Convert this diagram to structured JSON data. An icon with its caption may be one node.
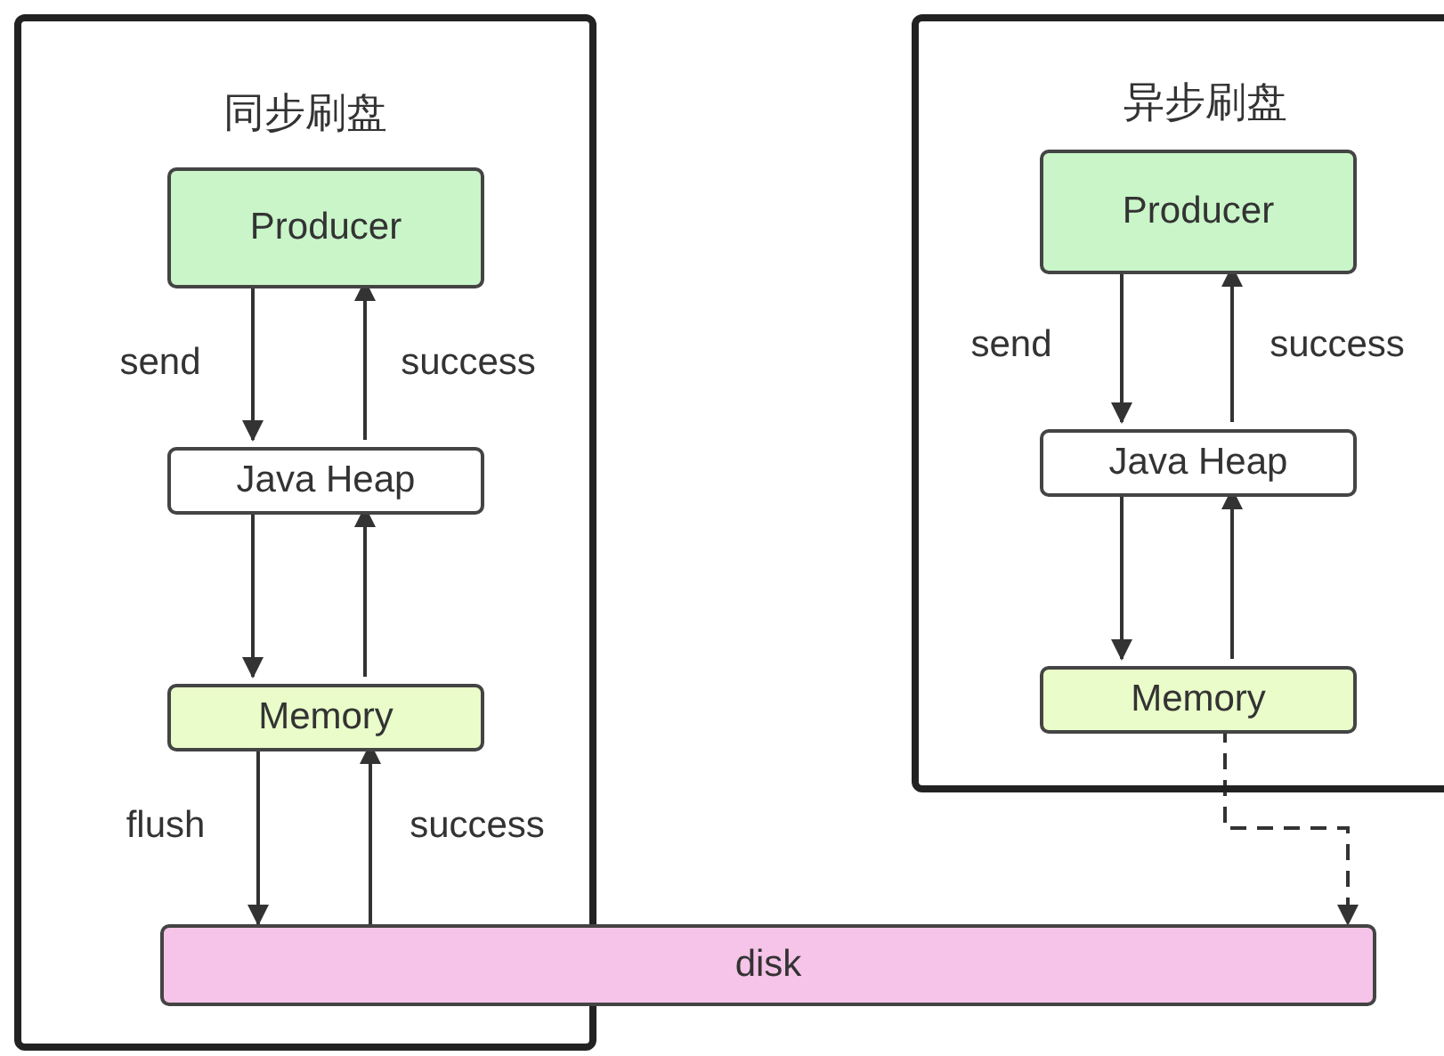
{
  "diagram": {
    "nodes": [
      {
        "text": [
          "同步刷盘"
        ]
      },
      {
        "text": [
          "Producer"
        ],
        "in": 0
      },
      {
        "text": [
          "Java Heap"
        ],
        "in": 0
      },
      {
        "text": [
          "Memory"
        ],
        "in": 0
      },
      {
        "text": [
          "异步刷盘"
        ]
      },
      {
        "text": [
          "Producer"
        ],
        "in": 4
      },
      {
        "text": [
          "Java Heap"
        ],
        "in": 4
      },
      {
        "text": [
          "Memory"
        ],
        "in": 4
      },
      {
        "text": [
          "disk"
        ]
      }
    ],
    "edges": [
      {
        "from": 1,
        "to": 2,
        "arrow": "to",
        "label": "send"
      },
      {
        "from": 2,
        "to": 1,
        "arrow": "to",
        "label": "success"
      },
      {
        "from": 2,
        "to": 3,
        "arrow": "to"
      },
      {
        "from": 3,
        "to": 2,
        "arrow": "to"
      },
      {
        "from": 3,
        "to": 8,
        "arrow": "to",
        "label": "flush"
      },
      {
        "from": 8,
        "to": 3,
        "arrow": "to",
        "label": "success"
      },
      {
        "from": 5,
        "to": 6,
        "arrow": "to",
        "label": "send"
      },
      {
        "from": 6,
        "to": 5,
        "arrow": "to",
        "label": "success"
      },
      {
        "from": 6,
        "to": 7,
        "arrow": "to"
      },
      {
        "from": 7,
        "to": 6,
        "arrow": "to"
      },
      {
        "from": 7,
        "to": 8,
        "arrow": "to",
        "style": "dashed"
      }
    ]
  }
}
